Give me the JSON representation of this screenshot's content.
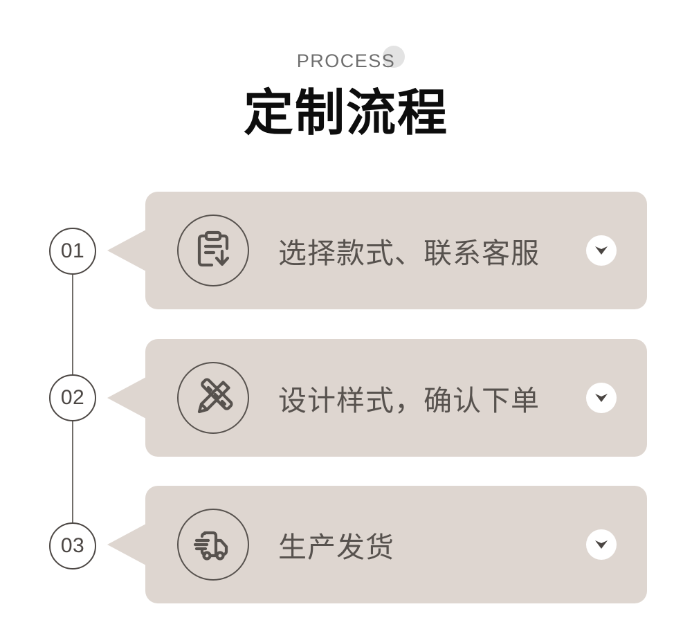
{
  "header": {
    "eyebrow": "PROCESS",
    "title": "定制流程",
    "decor_icon": "decorative-circle"
  },
  "theme": {
    "card_bg": "#ded6d0",
    "ink": "#57524e",
    "title_color": "#0d0d0d",
    "eyebrow_color": "#6e6e6e",
    "badge_bg": "#ffffff",
    "page_bg": "#ffffff"
  },
  "steps": [
    {
      "number": "01",
      "label": "选择款式、联系客服",
      "icon": "clipboard-download-icon",
      "chevron": "chevron-down-icon"
    },
    {
      "number": "02",
      "label": "设计样式，确认下单",
      "icon": "pencil-ruler-icon",
      "chevron": "chevron-down-icon"
    },
    {
      "number": "03",
      "label": "生产发货",
      "icon": "delivery-truck-icon",
      "chevron": "chevron-down-icon"
    }
  ]
}
